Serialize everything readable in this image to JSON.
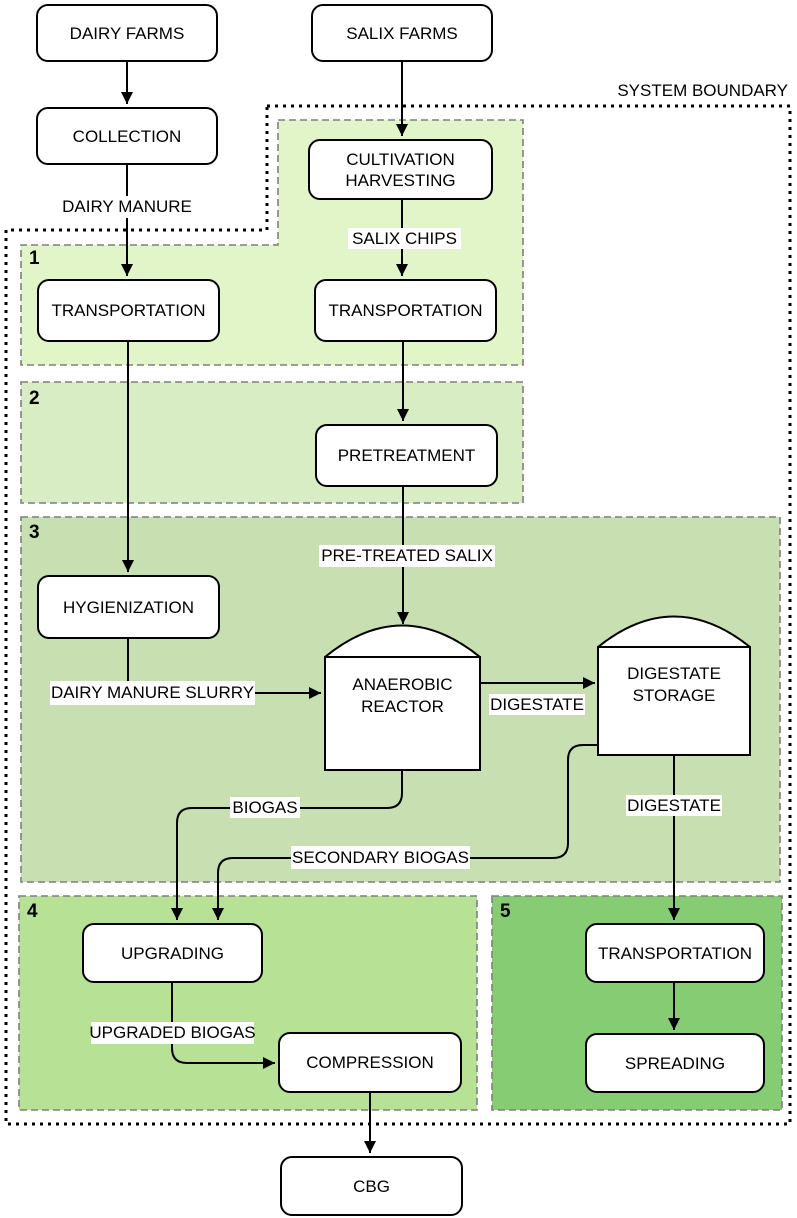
{
  "boundary": {
    "label": "SYSTEM BOUNDARY"
  },
  "zones": {
    "z1": {
      "number": "1",
      "color": "#e1f5c8"
    },
    "z2": {
      "number": "2",
      "color": "#d9edc4"
    },
    "z3": {
      "number": "3",
      "color": "#c8dfb2"
    },
    "z4": {
      "number": "4",
      "color": "#b7e295"
    },
    "z5": {
      "number": "5",
      "color": "#85cc72"
    }
  },
  "nodes": {
    "dairy_farms": {
      "label": "DAIRY FARMS"
    },
    "collection": {
      "label": "COLLECTION"
    },
    "salix_farms": {
      "label": "SALIX FARMS"
    },
    "cultivation_harvesting": {
      "label": "CULTIVATION HARVESTING"
    },
    "transportation_manure": {
      "label": "TRANSPORTATION"
    },
    "transportation_salix": {
      "label": "TRANSPORTATION"
    },
    "pretreatment": {
      "label": "PRETREATMENT"
    },
    "hygienization": {
      "label": "HYGIENIZATION"
    },
    "anaerobic_reactor": {
      "label": "ANAEROBIC REACTOR"
    },
    "digestate_storage": {
      "label": "DIGESTATE STORAGE"
    },
    "upgrading": {
      "label": "UPGRADING"
    },
    "compression": {
      "label": "COMPRESSION"
    },
    "transportation_digestate": {
      "label": "TRANSPORTATION"
    },
    "spreading": {
      "label": "SPREADING"
    },
    "cbg": {
      "label": "CBG"
    }
  },
  "flows": {
    "dairy_manure": {
      "label": "DAIRY MANURE"
    },
    "salix_chips": {
      "label": "SALIX CHIPS"
    },
    "pretreated_salix": {
      "label": "PRE-TREATED SALIX"
    },
    "dairy_manure_slurry": {
      "label": "DAIRY MANURE SLURRY"
    },
    "digestate_to_storage": {
      "label": "DIGESTATE"
    },
    "digestate_to_transport": {
      "label": "DIGESTATE"
    },
    "biogas": {
      "label": "BIOGAS"
    },
    "secondary_biogas": {
      "label": "SECONDARY BIOGAS"
    },
    "upgraded_biogas": {
      "label": "UPGRADED BIOGAS"
    }
  }
}
